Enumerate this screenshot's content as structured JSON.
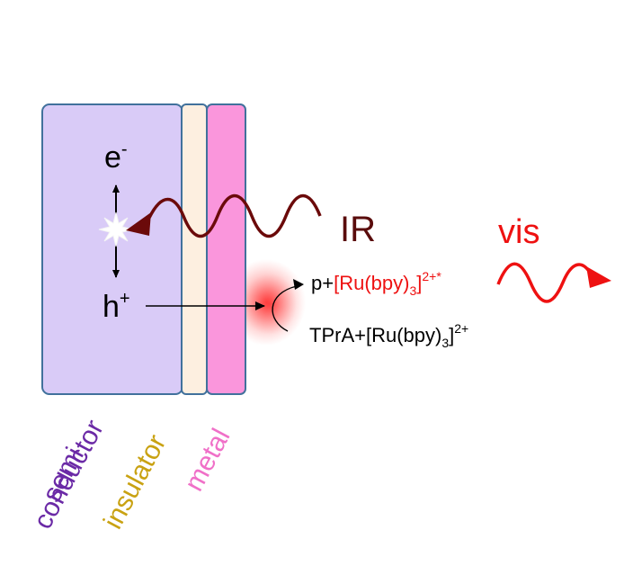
{
  "labels": {
    "electron": "e",
    "electron_sup": "-",
    "hole": "h",
    "hole_sup": "+",
    "ir": "IR",
    "vis": "vis",
    "product_prefix": "p+",
    "product_complex": "[Ru(bpy)",
    "product_sub": "3",
    "product_close": "]",
    "product_sup": "2+*",
    "reactant_prefix": "TPrA+[Ru(bpy)",
    "reactant_sub": "3",
    "reactant_close": "]",
    "reactant_sup": "2+",
    "layer_semiconductor_line1": "semi",
    "layer_semiconductor_line2": "conductor",
    "layer_insulator": "insulator",
    "layer_metal": "metal"
  },
  "colors": {
    "semiconductor_fill": "#d9cbf7",
    "insulator_fill": "#fdefe0",
    "metal_fill": "#fa96dc",
    "layer_border": "#41719c",
    "ir_wave": "#6b0a0a",
    "ir_text": "#5a0c0c",
    "vis_red": "#ee1111",
    "semiconductor_text": "#6b2aa6",
    "insulator_text": "#c9a212",
    "metal_text": "#f070c8",
    "glow": "#ff3030"
  },
  "icons": {
    "exciton": "starburst-icon"
  }
}
